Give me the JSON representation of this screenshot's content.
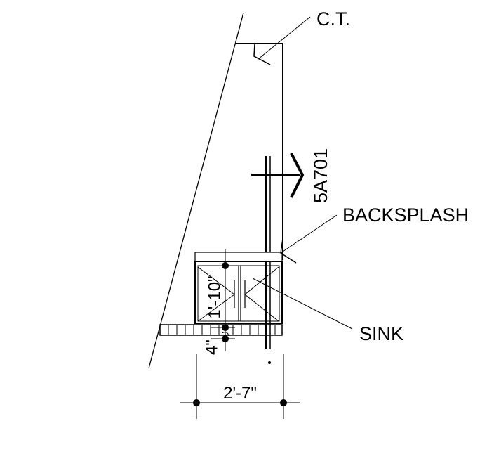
{
  "labels": {
    "ct": "C.T.",
    "section_ref": "5A701",
    "backsplash": "BACKSPLASH",
    "sink": "SINK"
  },
  "dimensions": {
    "height": "1'-10\"",
    "toe": "4\"",
    "width": "2'-7\""
  }
}
